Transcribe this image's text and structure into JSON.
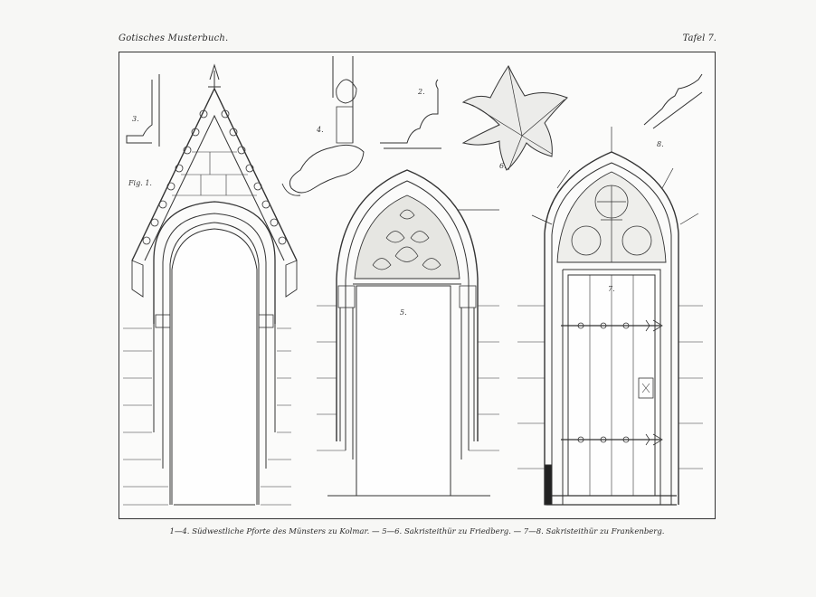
{
  "header": {
    "book_title": "Gotisches Musterbuch.",
    "plate_label": "Tafel 7."
  },
  "figure_labels": {
    "fig1": "Fig. 1.",
    "n2": "2.",
    "n3": "3.",
    "n4": "4.",
    "n5": "5.",
    "n6": "6.",
    "n7": "7.",
    "n8": "8."
  },
  "caption": "1—4. Südwestliche Pforte des Münsters zu Kolmar. — 5—6. Sakristeithür zu Friedberg. — 7—8. Sakristeithür zu Frankenberg."
}
